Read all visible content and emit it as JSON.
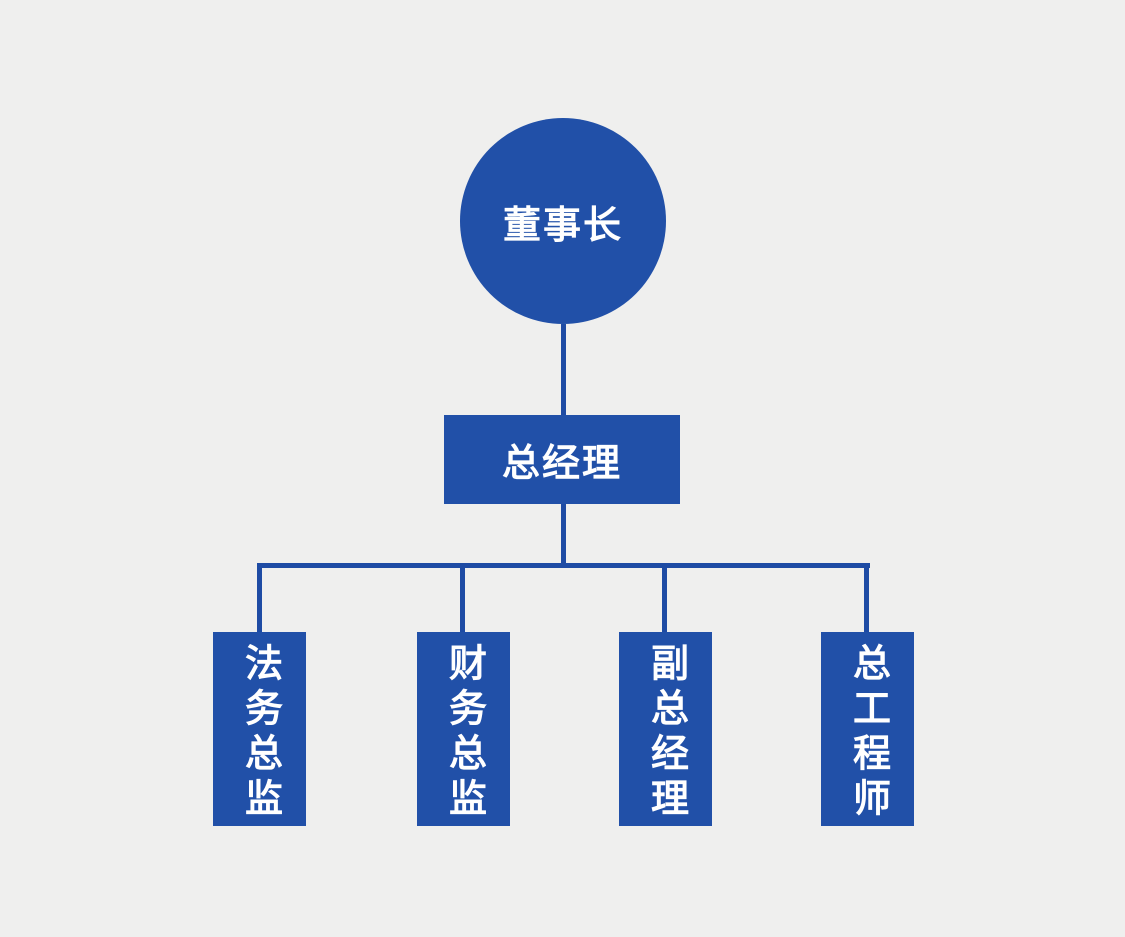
{
  "diagram": {
    "type": "org-chart",
    "root": {
      "label": "董事长",
      "shape": "circle"
    },
    "level2": {
      "label": "总经理",
      "shape": "rectangle"
    },
    "level3": [
      {
        "label": "法务总监"
      },
      {
        "label": "财务总监"
      },
      {
        "label": "副总经理"
      },
      {
        "label": "总工程师"
      }
    ]
  },
  "colors": {
    "background": "#efefee",
    "node_fill": "#2150a8",
    "connector": "#1e4ba4",
    "text": "#ffffff"
  }
}
